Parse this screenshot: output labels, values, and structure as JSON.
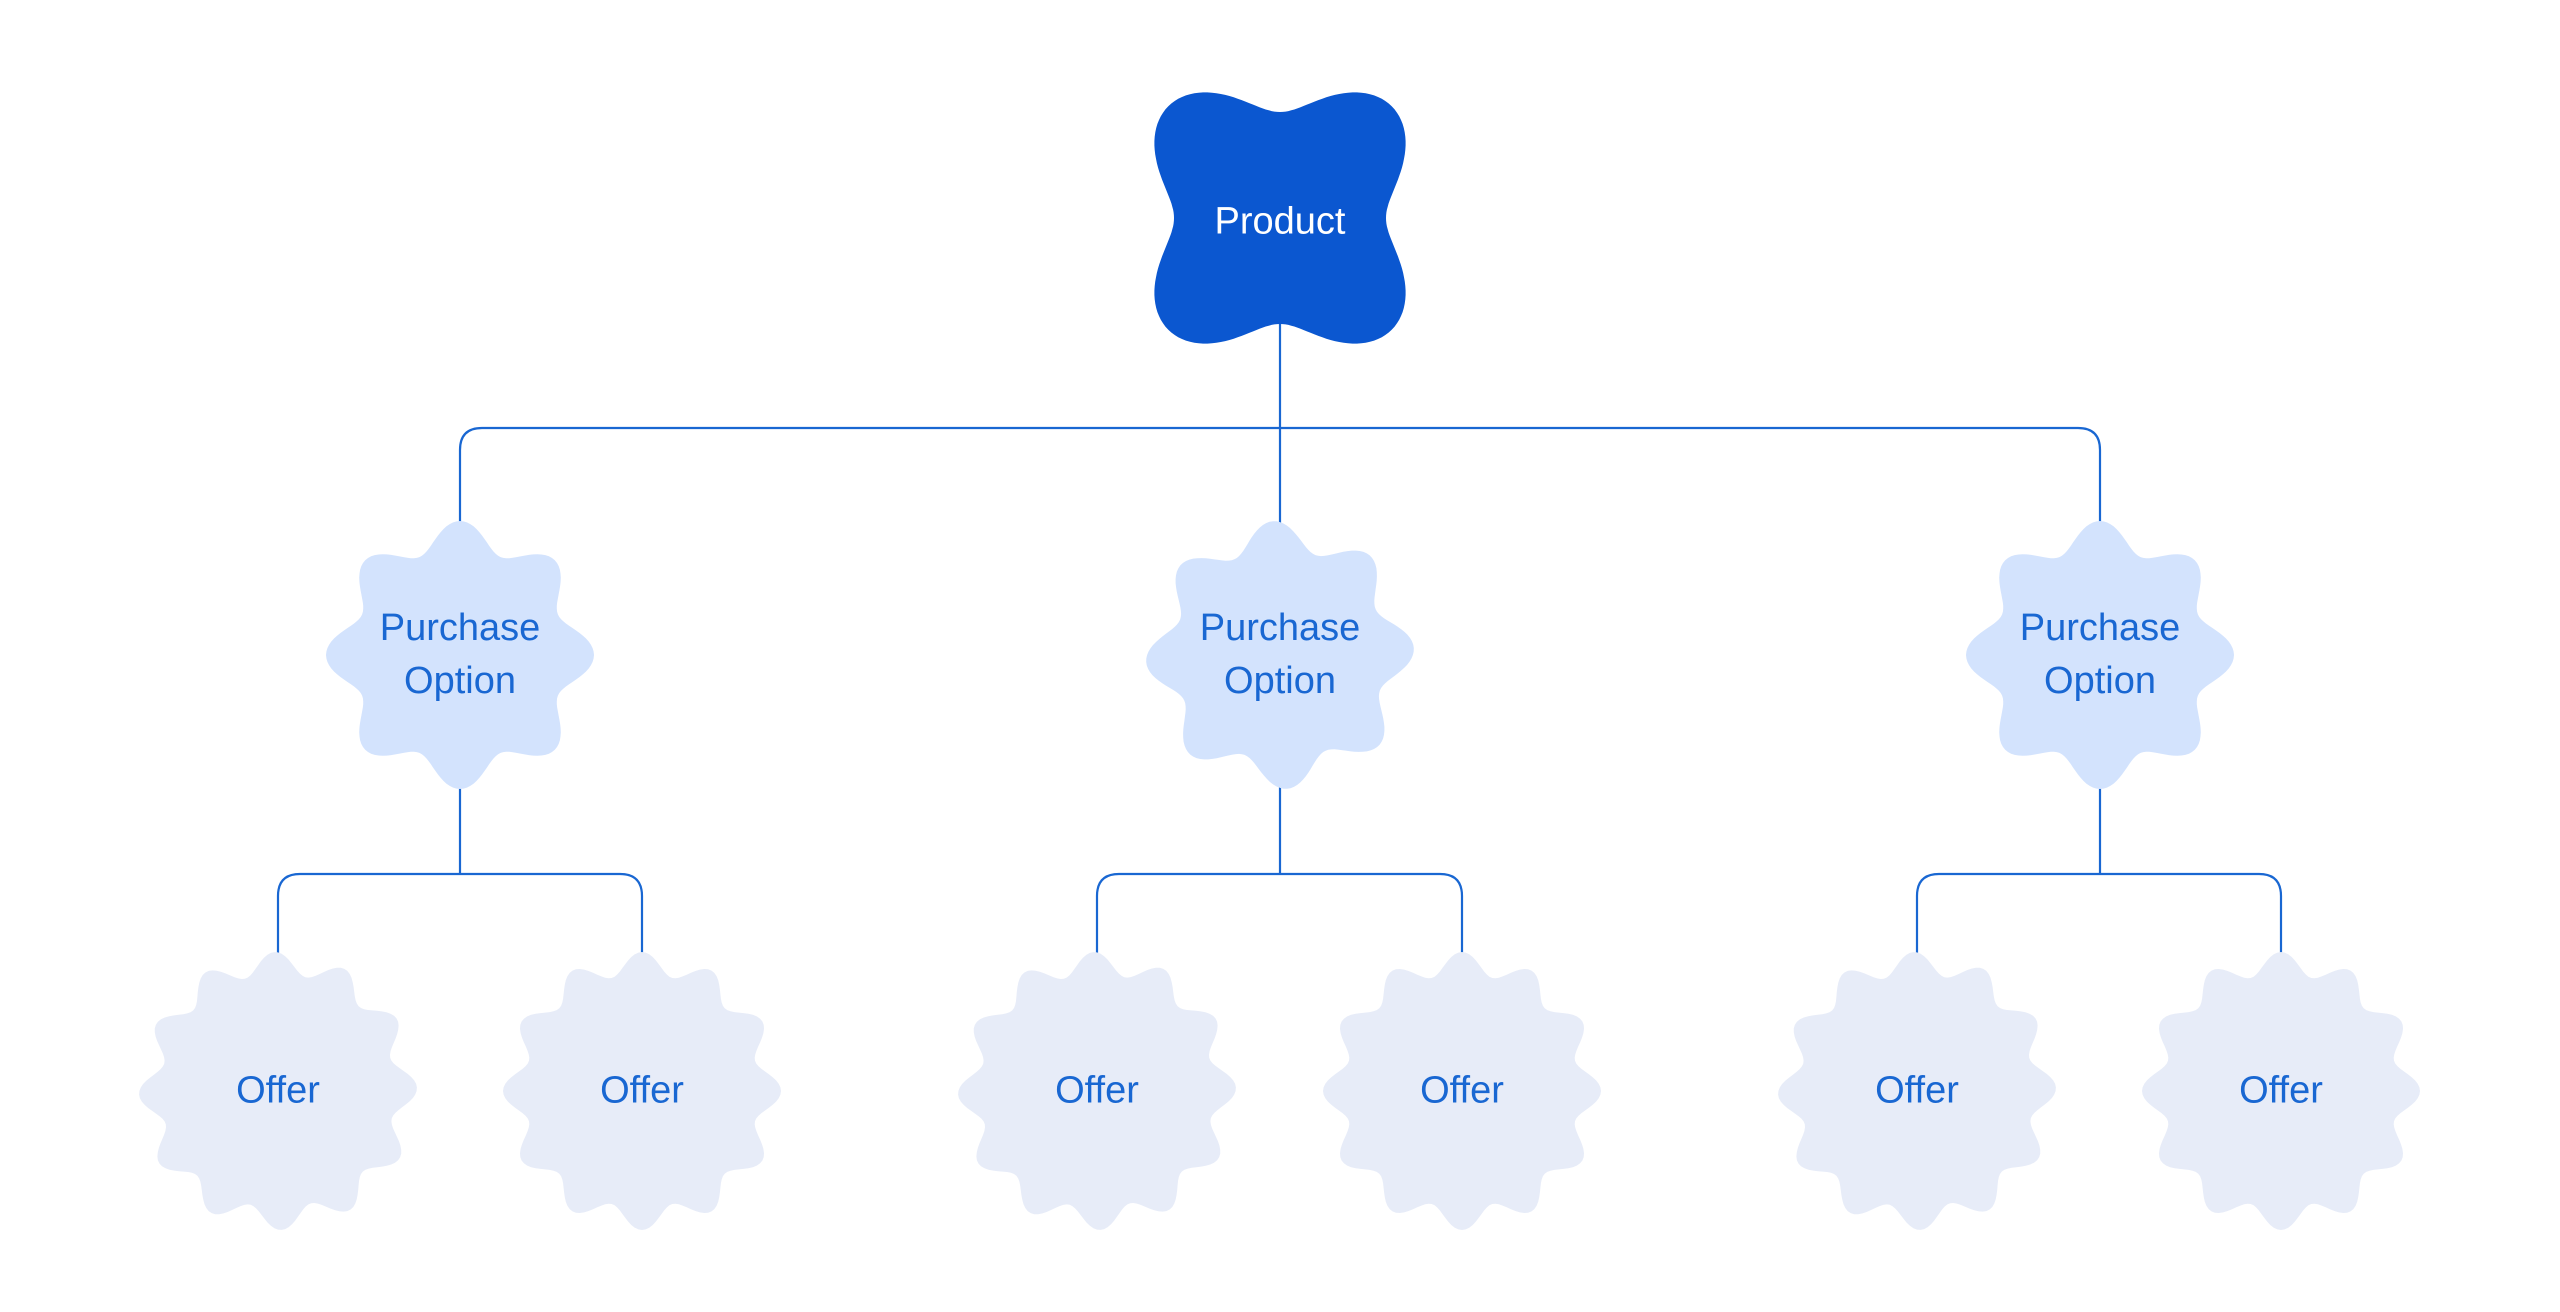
{
  "diagram": {
    "colors": {
      "background": "#ffffff",
      "root_fill": "#0b57d0",
      "root_text": "#ffffff",
      "option_fill": "#d3e3fd",
      "offer_fill": "#e7ecf8",
      "node_text": "#1967d2",
      "connector": "#1967d2"
    },
    "product": {
      "label": "Product"
    },
    "purchase_options": [
      {
        "label": "Purchase Option",
        "offers": [
          {
            "label": "Offer"
          },
          {
            "label": "Offer"
          }
        ]
      },
      {
        "label": "Purchase Option",
        "offers": [
          {
            "label": "Offer"
          },
          {
            "label": "Offer"
          }
        ]
      },
      {
        "label": "Purchase Option",
        "offers": [
          {
            "label": "Offer"
          },
          {
            "label": "Offer"
          }
        ]
      }
    ]
  }
}
